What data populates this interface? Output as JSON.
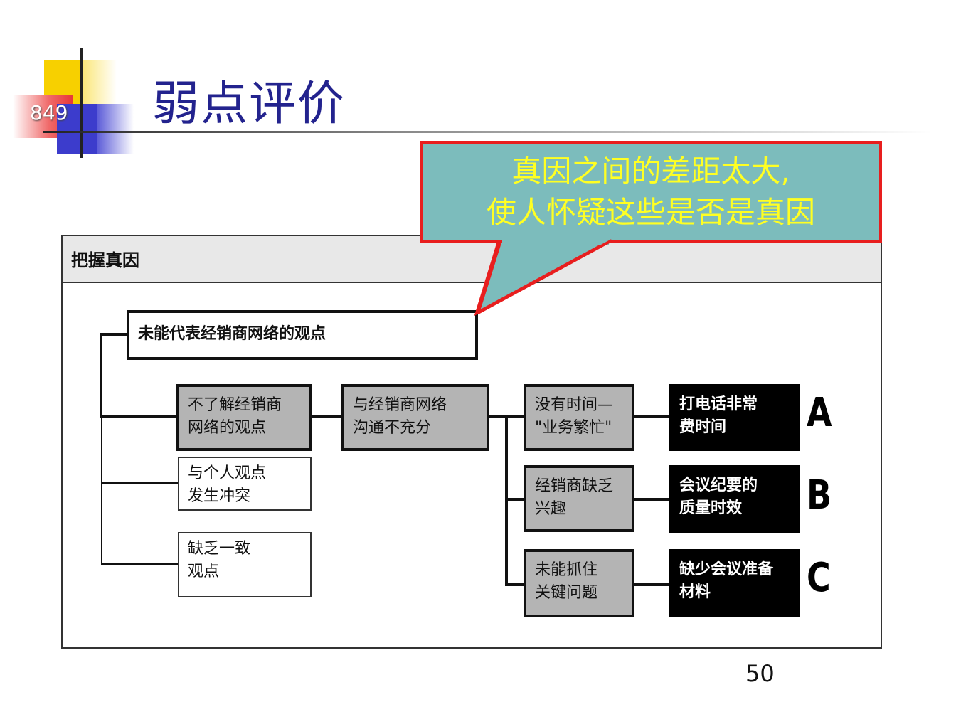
{
  "slide": {
    "number_badge": "849",
    "title": "弱点评价",
    "page_number": "50"
  },
  "panel": {
    "title": "把握真因"
  },
  "callout": {
    "line1": "真因之间的差距太大,",
    "line2": "使人怀疑这些是否是真因"
  },
  "tree": {
    "root": "未能代表经销商网络的观点",
    "level1": [
      {
        "line1": "不了解经销商",
        "line2": "网络的观点"
      },
      {
        "line1": "与个人观点",
        "line2": "发生冲突"
      },
      {
        "line1": "缺乏一致",
        "line2": "观点"
      }
    ],
    "level2": {
      "line1": "与经销商网络",
      "line2": "沟通不充分"
    },
    "level3": [
      {
        "line1": "没有时间—",
        "line2": "\"业务繁忙\""
      },
      {
        "line1": "经销商缺乏",
        "line2": "兴趣"
      },
      {
        "line1": "未能抓住",
        "line2": "关键问题"
      }
    ],
    "level4": [
      {
        "line1": "打电话非常",
        "line2": "费时间",
        "letter": "A"
      },
      {
        "line1": "会议纪要的",
        "line2": "质量时效",
        "letter": "B"
      },
      {
        "line1": "缺少会议准备",
        "line2": "材料",
        "letter": "C"
      }
    ]
  },
  "colors": {
    "title": "#23238e",
    "callout_fill": "#7cbcbc",
    "callout_border": "#e81e1e",
    "callout_text": "#ffff22",
    "gray_box": "#b4b4b4"
  }
}
